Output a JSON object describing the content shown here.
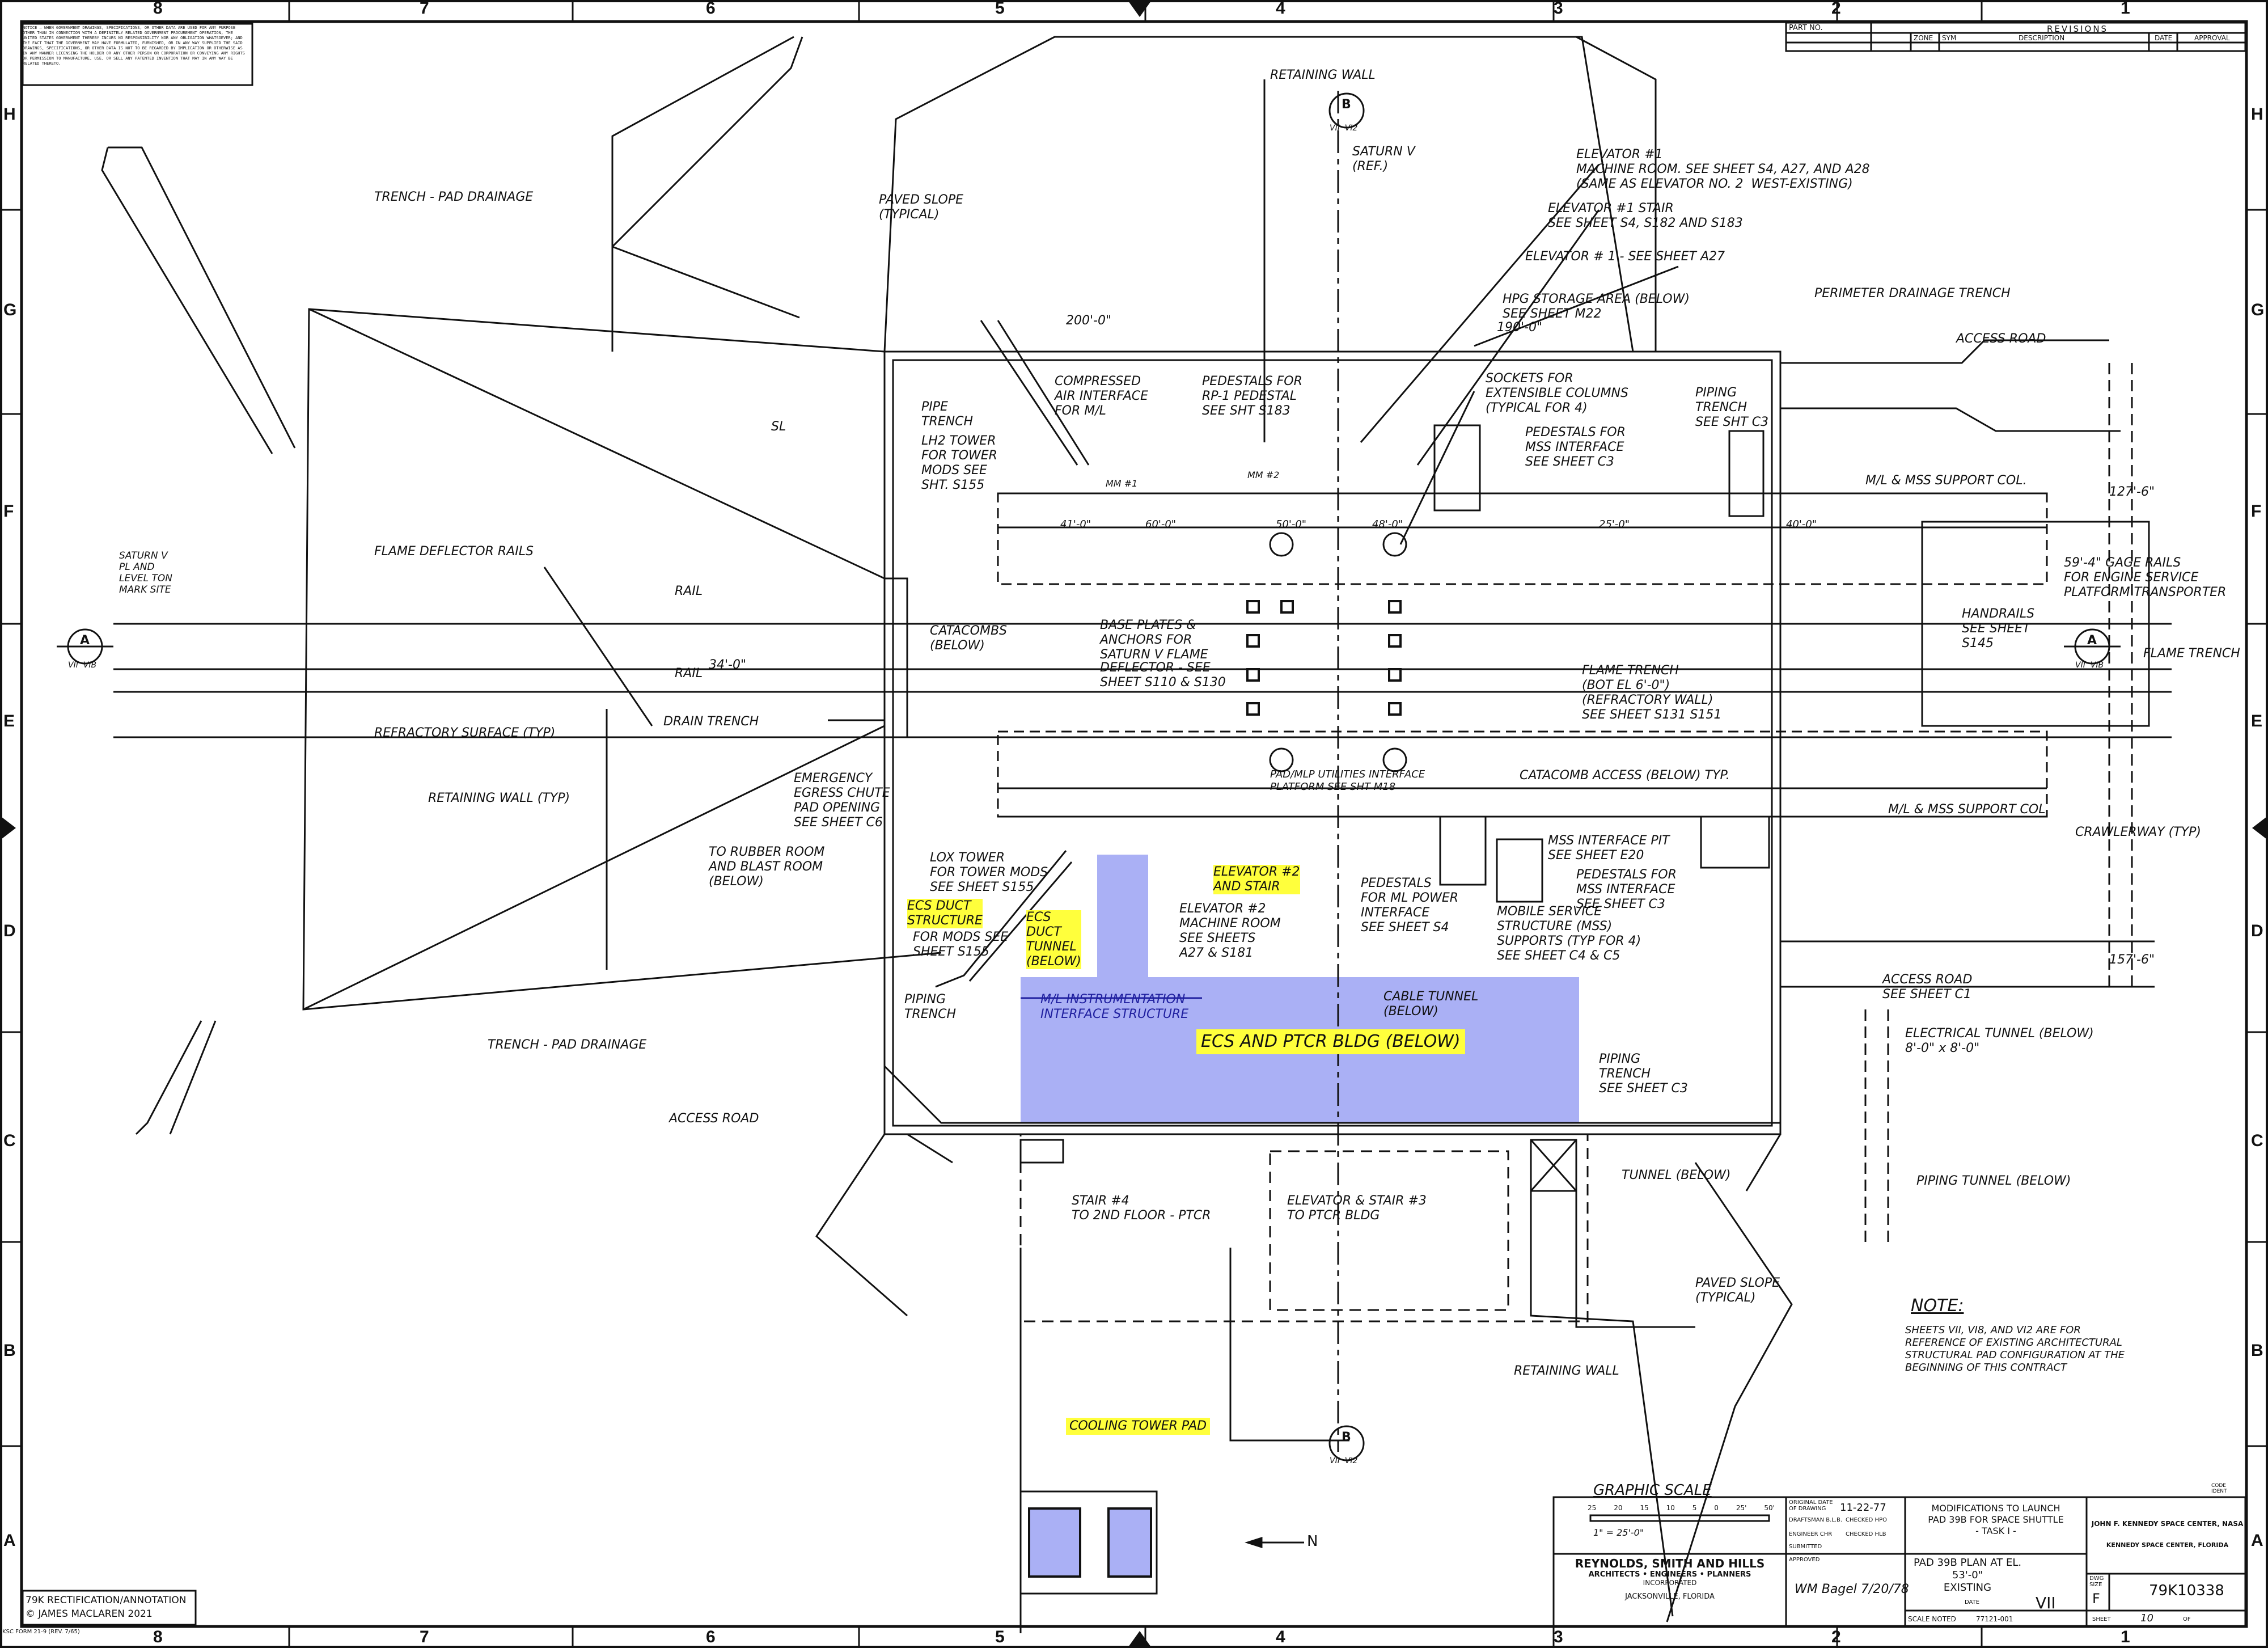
{
  "notice": "NOTICE — WHEN GOVERNMENT DRAWINGS, SPECIFICATIONS, OR OTHER DATA ARE USED FOR ANY PURPOSE OTHER THAN IN CONNECTION WITH A DEFINITELY RELATED GOVERNMENT PROCUREMENT OPERATION, THE UNITED STATES GOVERNMENT THEREBY INCURS NO RESPONSIBILITY NOR ANY OBLIGATION WHATSOEVER; AND THE FACT THAT THE GOVERNMENT MAY HAVE FORMULATED, FURNISHED, OR IN ANY WAY SUPPLIED THE SAID DRAWINGS, SPECIFICATIONS, OR OTHER DATA IS NOT TO BE REGARDED BY IMPLICATION OR OTHERWISE AS IN ANY MANNER LICENSING THE HOLDER OR ANY OTHER PERSON OR CORPORATION OR CONVEYING ANY RIGHTS OR PERMISSION TO MANUFACTURE, USE, OR SELL ANY PATENTED INVENTION THAT MAY IN ANY WAY BE RELATED THERETO.",
  "zones_top": [
    "8",
    "7",
    "6",
    "5",
    "4",
    "3",
    "2",
    "1"
  ],
  "zones_side": [
    "H",
    "G",
    "F",
    "E",
    "D",
    "C",
    "B",
    "A"
  ],
  "revisions": {
    "part_no": "PART NO.",
    "title": "REVISIONS",
    "cols": [
      "ZONE",
      "SYM",
      "DESCRIPTION",
      "DATE",
      "APPROVAL"
    ]
  },
  "labels": {
    "retaining_wall_top": "RETAINING WALL",
    "saturn_v_ref": "SATURN V\n(REF.)",
    "elevator1": "ELEVATOR #1\nMACHINE ROOM. SEE SHEET S4, A27, AND A28\n(SAME AS ELEVATOR NO. 2  WEST-EXISTING)",
    "elevator1_stair": "ELEVATOR #1 STAIR\nSEE SHEET S4, S182 AND S183",
    "elevator1_a27": "ELEVATOR # 1 - SEE SHEET A27",
    "trench_pad_drainage_top": "TRENCH - PAD DRAINAGE",
    "paved_slope_top": "PAVED SLOPE\n(TYPICAL)",
    "hpg_storage": "HPG STORAGE AREA (BELOW)\nSEE SHEET M22",
    "dim_190": "190'-0\"",
    "dim_200": "200'-0\"",
    "perimeter_drainage": "PERIMETER DRAINAGE TRENCH",
    "access_road_top": "ACCESS ROAD",
    "compressed_air": "COMPRESSED\nAIR INTERFACE\nFOR M/L",
    "pedestals_rp1": "PEDESTALS FOR\nRP-1 PEDESTAL\nSEE SHT S183",
    "sockets": "SOCKETS FOR\nEXTENSIBLE COLUMNS\n(TYPICAL FOR 4)",
    "piping_trench_c3": "PIPING\nTRENCH\nSEE SHT C3",
    "pedestals_mss_top": "PEDESTALS FOR\nMSS INTERFACE\nSEE SHEET C3",
    "pipe_trench": "PIPE\nTRENCH",
    "lh2_tower": "LH2 TOWER\nFOR TOWER\nMODS SEE\nSHT. S155",
    "mss_support_top": "M/L & MSS SUPPORT COL.",
    "dim_127": "127'-6\"",
    "gage_rails": "59'-4\" GAGE RAILS\nFOR ENGINE SERVICE\nPLATFORM TRANSPORTER",
    "saturn_v_site": "SATURN V\nPL AND\nLEVEL TON\nMARK SITE",
    "flame_deflector_rails": "FLAME DEFLECTOR RAILS",
    "rail_1": "RAIL",
    "rail_2": "RAIL",
    "dim_34": "34'-0\"",
    "catacombs": "CATACOMBS\n(BELOW)",
    "base_plates": "BASE PLATES &\nANCHORS FOR\nSATURN V FLAME",
    "deflector": "DEFLECTOR - SEE\nSHEET S110 & S130",
    "handrails": "HANDRAILS\nSEE SHEET\nS145",
    "flame_trench_right": "FLAME TRENCH",
    "flame_trench": "FLAME TRENCH\n(BOT EL 6'-0\")\n(REFRACTORY WALL)\nSEE SHEET S131 S151",
    "refractory_surface": "REFRACTORY SURFACE (TYP)",
    "drain_trench": "DRAIN TRENCH",
    "retaining_wall_typ": "RETAINING WALL (TYP)",
    "emergency_egress": "EMERGENCY\nEGRESS CHUTE\nPAD OPENING\nSEE SHEET C6",
    "pad_mlp": "PAD/MLP UTILITIES INTERFACE\nPLATFORM SEE SHT M18",
    "catacomb_access": "CATACOMB ACCESS (BELOW) TYP.",
    "mss_support_bottom": "M/L & MSS SUPPORT COL.",
    "crawlerway": "CRAWLERWAY (TYP)",
    "to_rubber_room": "TO RUBBER ROOM\nAND BLAST ROOM\n(BELOW)",
    "lox_tower": "LOX TOWER\nFOR TOWER MODS\nSEE SHEET S155",
    "elevator2_stair": "ELEVATOR #2\nAND STAIR",
    "pedestals_ml_power": "PEDESTALS\nFOR ML POWER\nINTERFACE\nSEE SHEET S4",
    "mss_interface_pit": "MSS INTERFACE PIT\nSEE SHEET E20",
    "pedestals_mss_bottom": "PEDESTALS FOR\nMSS INTERFACE\nSEE SHEET C3",
    "ecs_duct_structure": "ECS DUCT\nSTRUCTURE",
    "for_mods": "FOR MODS SEE\nSHEET S155",
    "ecs_duct_tunnel": "ECS\nDUCT\nTUNNEL\n(BELOW)",
    "elevator2_machine": "ELEVATOR #2\nMACHINE ROOM\nSEE SHEETS\nA27 & S181",
    "mobile_service": "MOBILE SERVICE\nSTRUCTURE (MSS)\nSUPPORTS (TYP FOR 4)\nSEE SHEET C4 & C5",
    "dim_157": "157'-6\"",
    "access_road_c1": "ACCESS ROAD\nSEE SHEET C1",
    "piping_trench_left": "PIPING\nTRENCH",
    "ml_instrumentation": "M/L INSTRUMENTATION\nINTERFACE STRUCTURE",
    "cable_tunnel": "CABLE TUNNEL\n(BELOW)",
    "ecs_ptcr": "ECS AND PTCR BLDG (BELOW)",
    "piping_trench_c3b": "PIPING\nTRENCH\nSEE SHEET C3",
    "electrical_tunnel": "ELECTRICAL TUNNEL (BELOW)\n8'-0\" x 8'-0\"",
    "trench_pad_drainage_bottom": "TRENCH - PAD DRAINAGE",
    "access_road_bottom": "ACCESS ROAD",
    "stair4": "STAIR #4\nTO 2ND FLOOR - PTCR",
    "elevator3": "ELEVATOR & STAIR #3\nTO PTCR BLDG",
    "tunnel_below": "TUNNEL (BELOW)",
    "piping_tunnel": "PIPING TUNNEL (BELOW)",
    "paved_slope_bottom": "PAVED SLOPE\n(TYPICAL)",
    "retaining_wall_bottom": "RETAINING WALL",
    "cooling_tower": "COOLING TOWER PAD",
    "north": "N",
    "sl": "SL",
    "dim_41": "41'-0\"",
    "dim_60": "60'-0\"",
    "dim_50": "50'-0\"",
    "dim_48": "48'-0\"",
    "dim_25": "25'-0\"",
    "dim_40": "40'-0\"",
    "mm1": "MM #1",
    "mm2": "MM #2"
  },
  "section_markers": {
    "letter_a": "A",
    "letter_b": "B",
    "sheet_ref_left": "VII  VIB",
    "sheet_ref_right": "VII  VIB",
    "sheet_ref_top": "VII  VI2",
    "sheet_ref_bottom": "VII  VI2"
  },
  "note": {
    "heading": "NOTE:",
    "body": "SHEETS VII, VI8, AND VI2 ARE FOR\nREFERENCE OF EXISTING ARCHITECTURAL\nSTRUCTURAL PAD CONFIGURATION AT THE\nBEGINNING OF THIS CONTRACT"
  },
  "graphic_scale": {
    "title": "GRAPHIC SCALE",
    "ticks": [
      "25",
      "20",
      "15",
      "10",
      "5",
      "0",
      "25'",
      "50'"
    ],
    "ratio": "1\" = 25'-0\""
  },
  "title_block": {
    "original_date_label": "ORIGINAL DATE\nOF DRAWING",
    "original_date": "11-22-77",
    "drafted_by": "DRAFTSMAN  B.L.B.",
    "checked_by": "CHECKED  HPO",
    "engineer": "ENGINEER  CHR",
    "checked2": "CHECKED  HLB",
    "submitted": "SUBMITTED",
    "approved": "APPROVED",
    "title_line1": "MODIFICATIONS TO LAUNCH",
    "title_line2": "PAD 39B  FOR SPACE SHUTTLE",
    "title_line3": "- TASK I -",
    "subtitle_line1": "PAD 39B PLAN AT EL. 53'-0\"",
    "subtitle_line2": "EXISTING",
    "sheet_code": "VII",
    "date_label": "DATE",
    "scale_label": "SCALE  NOTED",
    "file_no": "77121-001",
    "agency": "JOHN F. KENNEDY SPACE CENTER, NASA",
    "agency_loc": "KENNEDY SPACE CENTER, FLORIDA",
    "dwg_size_label": "DWG\nSIZE",
    "dwg_size": "F",
    "dwg_no": "79K10338",
    "sheet_label": "SHEET",
    "sheet_no": "10",
    "sheet_of": "OF",
    "code_label": "CODE\nIDENT",
    "firm_name": "REYNOLDS, SMITH AND HILLS",
    "firm_line": "ARCHITECTS • ENGINEERS • PLANNERS",
    "firm_inc": "INCORPORATED",
    "firm_city": "JACKSONVILLE, FLORIDA",
    "signature": "WM Bagel  7/20/78"
  },
  "annotation_stamp": {
    "line1": "79K RECTIFICATION/ANNOTATION",
    "line2": "© JAMES MACLAREN 2021"
  },
  "form_no": "KSC FORM 21-9 (REV. 7/65)",
  "colors": {
    "line": "#111111",
    "blue_fill": "#aab0f5",
    "highlight": "#ffff3c",
    "blue_text": "#2020a0"
  }
}
